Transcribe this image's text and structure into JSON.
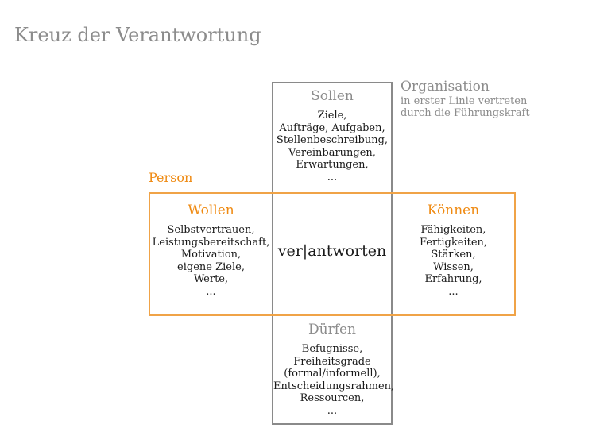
{
  "title": "Kreuz der Verantwortung",
  "organisation": {
    "heading": "Organisation",
    "sub": [
      "in erster Linie vertreten",
      "durch die Führungskraft"
    ]
  },
  "person_label": "Person",
  "center": "ver|antworten",
  "sollen": {
    "heading": "Sollen",
    "items": [
      "Ziele,",
      "Aufträge, Aufgaben,",
      "Stellenbeschreibung,",
      "Vereinbarungen,",
      "Erwartungen,",
      "..."
    ]
  },
  "wollen": {
    "heading": "Wollen",
    "items": [
      "Selbstvertrauen,",
      "Leistungsbereitschaft,",
      "Motivation,",
      "eigene Ziele,",
      "Werte,",
      "..."
    ]
  },
  "koennen": {
    "heading": "Können",
    "items": [
      "Fähigkeiten,",
      "Fertigkeiten,",
      "Stärken,",
      "Wissen,",
      "Erfahrung,",
      "..."
    ]
  },
  "duerfen": {
    "heading": "Dürfen",
    "items": [
      "Befugnisse,",
      "Freiheitsgrade",
      "(formal/informell),",
      "Entscheidungsrahmen,",
      "Ressourcen,",
      "..."
    ]
  }
}
